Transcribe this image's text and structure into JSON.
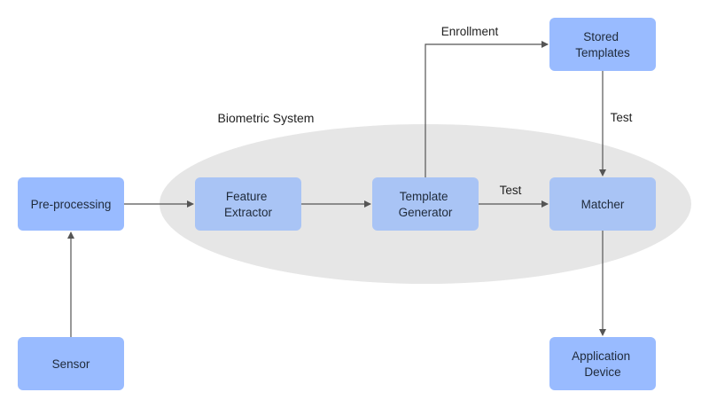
{
  "group": {
    "label": "Biometric System",
    "fill": "#e6e6e6"
  },
  "colors": {
    "node_outer": "#99bbff",
    "node_inner": "#a9c4f5",
    "edge": "#555555"
  },
  "nodes": {
    "sensor": {
      "lines": [
        "Sensor"
      ]
    },
    "pre_processing": {
      "lines": [
        "Pre-processing"
      ]
    },
    "feature_extractor": {
      "lines": [
        "Feature",
        "Extractor"
      ]
    },
    "template_generator": {
      "lines": [
        "Template",
        "Generator"
      ]
    },
    "matcher": {
      "lines": [
        "Matcher"
      ]
    },
    "stored_templates": {
      "lines": [
        "Stored",
        "Templates"
      ]
    },
    "application_device": {
      "lines": [
        "Application",
        "Device"
      ]
    }
  },
  "edges": {
    "enrollment": {
      "label": "Enrollment"
    },
    "test_generator_matcher": {
      "label": "Test"
    },
    "test_stored_matcher": {
      "label": "Test"
    }
  }
}
